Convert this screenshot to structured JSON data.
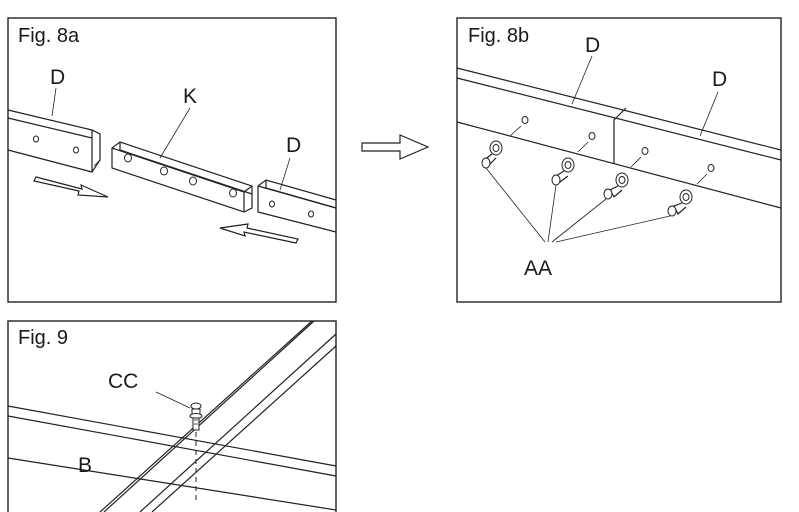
{
  "panels": {
    "fig8a": {
      "title": "Fig. 8a",
      "labels": {
        "d_left": "D",
        "k": "K",
        "d_right": "D"
      }
    },
    "fig8b": {
      "title": "Fig. 8b",
      "labels": {
        "d_left": "D",
        "d_right": "D",
        "aa": "AA"
      }
    },
    "fig9": {
      "title": "Fig. 9",
      "labels": {
        "cc": "CC",
        "b": "B"
      }
    }
  },
  "colors": {
    "line": "#222222",
    "background": "#ffffff"
  }
}
